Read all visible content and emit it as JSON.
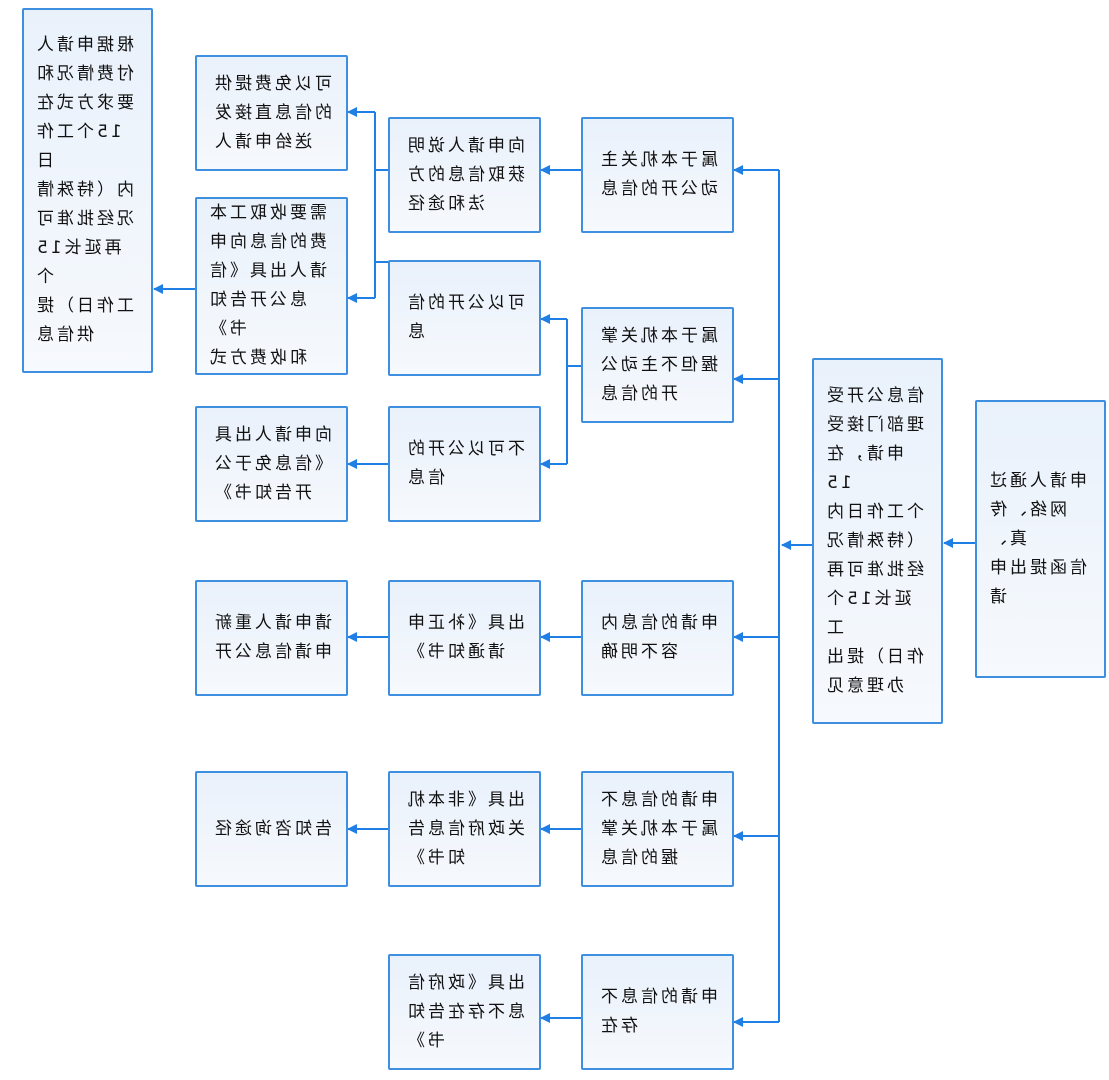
{
  "colors": {
    "line": "#1f7fe5",
    "border": "#3f8fe0",
    "fill": "#eef4fb"
  },
  "nodes": {
    "start": "申请人通过\n网络、传真、\n信函提出申\n请",
    "dept": "信息公开受\n理部门接受\n申请，在15\n个工作日内\n（特殊情况\n经批准可再\n延长15个工\n作日）提出\n办理意见",
    "active": "属于本机关主\n动公开的信息",
    "explain": "向申请人说明\n获取信息的方\n法和途径",
    "free": "可以免费提供\n的信息直接发\n送给申请人",
    "fee": "需要收取工本\n费的信息向申\n请人出具《信\n息公开告知书》\n和收费方式",
    "provide": "根据申请人\n付费情况和\n要求方式在\n15个工作日\n内（特殊情\n况经批准可\n再延长15个\n工作日）提\n供信息",
    "held": "属于本机关掌\n握但不主动公\n开的信息",
    "can_open": "可以公开的信\n息",
    "cannot_open": "不可以公开的\n信息",
    "exempt": "向申请人出具\n《信息免于公\n开告知书》",
    "unclear": "申请的信息内\n容不明确",
    "correct": "出具《补正申\n请通知书》",
    "reapply": "请申请人重新\n申请信息公开",
    "not_held": "申请的信息不\n属于本机关掌\n握的信息",
    "not_this": "出具《非本机\n关政府信息告\n知书》",
    "inform": "告知咨询途径",
    "not_exist": "申请的信息不\n存在",
    "nonexist_notice": "出具《政府信\n息不存在告知\n书》"
  }
}
